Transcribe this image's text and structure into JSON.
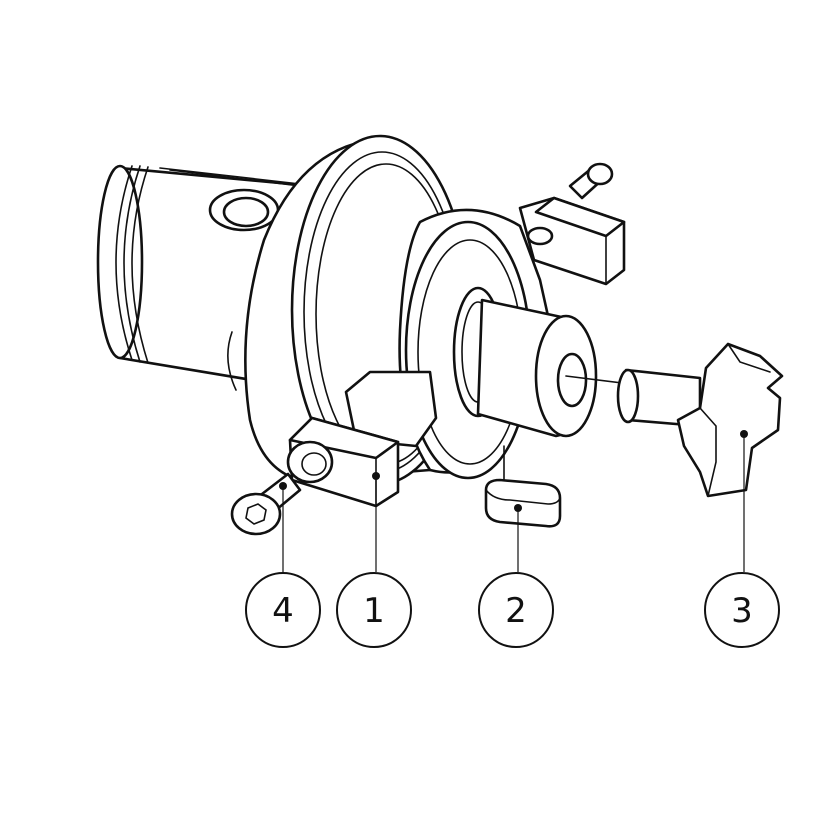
{
  "figure": {
    "line_color": "#111111",
    "background": "#ffffff"
  },
  "callouts": [
    {
      "id": "part-4",
      "label": "4"
    },
    {
      "id": "part-1",
      "label": "1"
    },
    {
      "id": "part-2",
      "label": "2"
    },
    {
      "id": "part-3",
      "label": "3"
    }
  ]
}
